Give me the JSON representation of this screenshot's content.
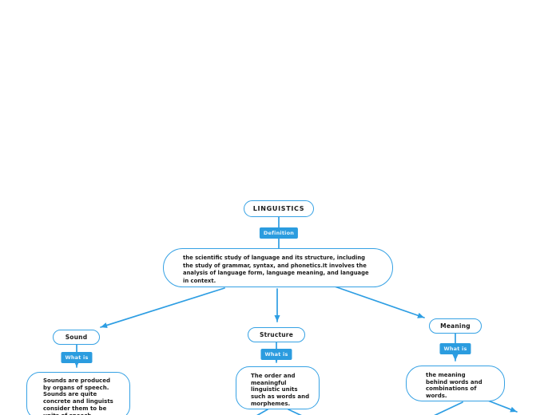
{
  "app": {
    "type": "mind-map-canvas",
    "background": "#ffffff"
  },
  "colors": {
    "accent_blue": "#2E9EE3",
    "node_border": "#35A1E4",
    "node_fill": "#ffffff",
    "node_text": "#1A1A1A",
    "connector_label_fill": "#2B9CDF",
    "connector_label_text": "#E8F4FC"
  },
  "mindmap": {
    "root": {
      "label": "LINGUISTICS"
    },
    "definition_connector": {
      "label": "Definition"
    },
    "definition_node": {
      "text": "the scientific study of language and its structure, including\nthe study of grammar, syntax, and phonetics.It involves the\nanalysis of language form, language meaning, and language\nin context."
    },
    "branches": [
      {
        "label": "Sound",
        "connector_label": "What is",
        "description": "Sounds are produced\nby organs of speech.\nSounds are quite\nconcrete and linguists\nconsider them to be\nunits of speech"
      },
      {
        "label": "Structure",
        "connector_label": "What is",
        "description": "The order and\nmeaningful\nlinguistic units\nsuch as words and\nmorphemes."
      },
      {
        "label": "Meaning",
        "connector_label": "What is",
        "description": "the meaning\nbehind words and\ncombinations of\nwords."
      }
    ]
  }
}
